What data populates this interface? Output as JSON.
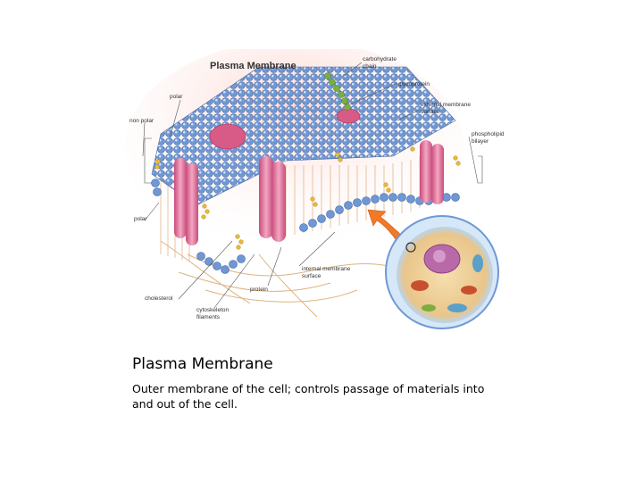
{
  "diagram": {
    "title": "Plasma Membrane",
    "labels": {
      "carbohydrate_chain_1": "carbohydrate",
      "carbohydrate_chain_2": "chain",
      "glycoprotein": "glycoprotein",
      "polar_top": "polar",
      "non_polar": "non polar",
      "external_surface_1": "external membrane",
      "external_surface_2": "surface",
      "phospholipid_bilayer_1": "phospholipid",
      "phospholipid_bilayer_2": "bilayer",
      "polar_bottom": "polar",
      "internal_surface_1": "internal membrane",
      "internal_surface_2": "surface",
      "protein": "protein",
      "cholesterol": "cholesterol",
      "cytoskeleton_1": "cytoskeleton",
      "cytoskeleton_2": "filaments"
    },
    "colors": {
      "phospholipid_head": "#5b87c9",
      "protein": "#e57aa0",
      "cholesterol": "#e8b83a",
      "glycoprotein_chain": "#7cae3f",
      "cytoskeleton": "#d9a76b",
      "arrow": "#f07a2a"
    }
  },
  "caption": {
    "title": "Plasma Membrane",
    "text": "Outer membrane of the cell; controls passage of materials into and out of the cell."
  }
}
